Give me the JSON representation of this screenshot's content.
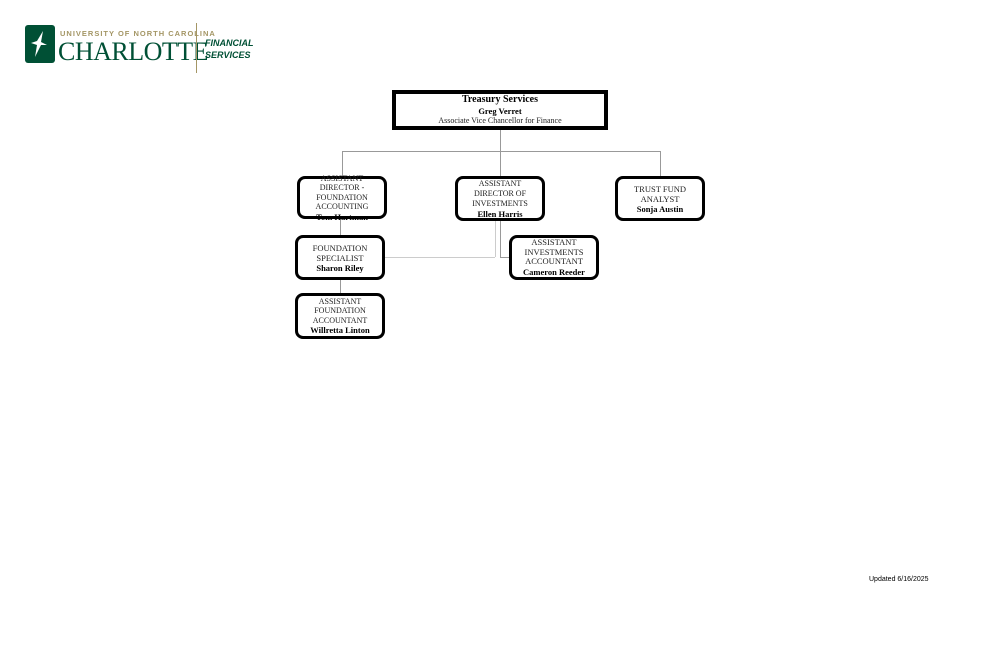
{
  "logo": {
    "university_line": "UNIVERSITY OF NORTH CAROLINA",
    "name": "CHARLOTTE",
    "department": [
      "FINANCIAL",
      "SERVICES"
    ],
    "brand_color": "#005035",
    "gold_color": "#a49665"
  },
  "root": {
    "title": "Treasury Services",
    "name": "Greg Verret",
    "role": "Associate Vice Chancellor for Finance"
  },
  "nodes": {
    "ad_foundation": {
      "role": "ASSISTANT DIRECTOR - FOUNDATION ACCOUNTING",
      "name": "Tom Hartman"
    },
    "ad_investments": {
      "role": "ASSISTANT DIRECTOR OF INVESTMENTS",
      "name": "Ellen Harris"
    },
    "trust_fund": {
      "role": "TRUST FUND ANALYST",
      "name": "Sonja Austin"
    },
    "foundation_specialist": {
      "role": "FOUNDATION SPECIALIST",
      "name": "Sharon Riley"
    },
    "asst_inv_accountant": {
      "role": "ASSISTANT INVESTMENTS ACCOUNTANT",
      "name": "Cameron Reeder"
    },
    "asst_foundation_accountant": {
      "role": "ASSISTANT FOUNDATION ACCOUNTANT",
      "name": "Willretta Linton"
    }
  },
  "footer": {
    "updated": "Updated 6/16/2025"
  }
}
